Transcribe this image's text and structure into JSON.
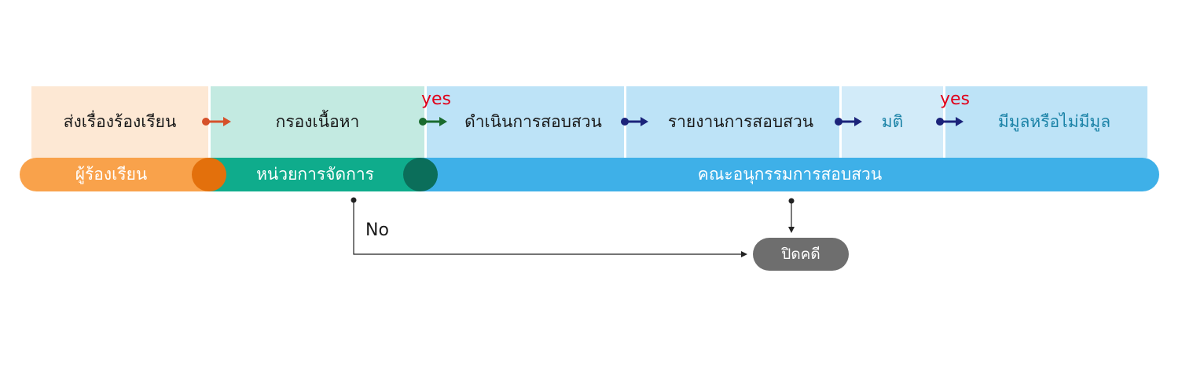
{
  "steps": [
    {
      "label": "ส่งเรื่องร้องเรียน"
    },
    {
      "label": "กรองเนื้อหา"
    },
    {
      "label": "ดำเนินการสอบสวน"
    },
    {
      "label": "รายงานการสอบสวน"
    },
    {
      "label": "มติ"
    },
    {
      "label": "มีมูลหรือไม่มีมูล"
    }
  ],
  "actors": [
    {
      "label": "ผู้ร้องเรียน",
      "color": "#f9a24b"
    },
    {
      "label": "หน่วยการจัดการ",
      "color": "#0fac8c"
    },
    {
      "label": "คณะอนุกรรมการสอบสวน",
      "color": "#3eb0e8"
    }
  ],
  "yes_label": "yes",
  "no_label": "No",
  "close_case": "ปิดคดี"
}
